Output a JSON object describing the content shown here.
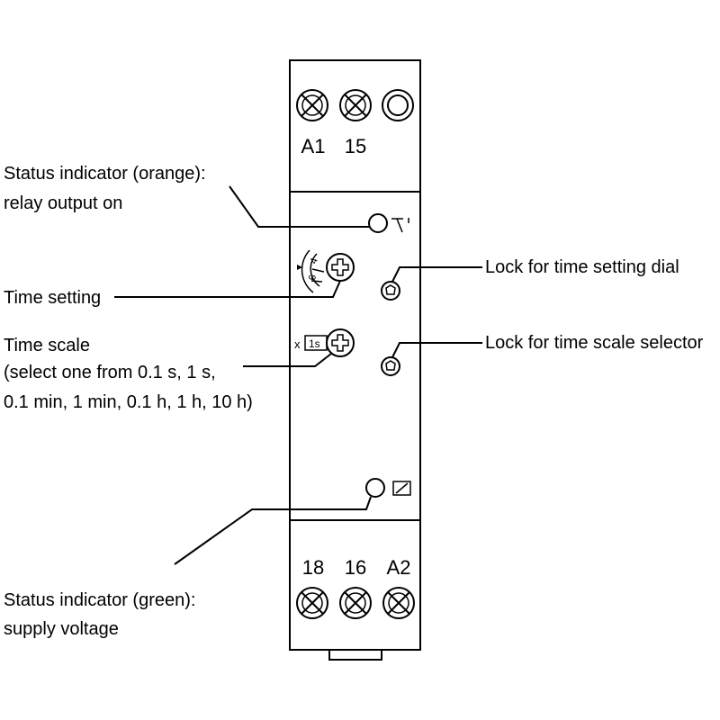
{
  "terminals": {
    "top": [
      "A1",
      "15"
    ],
    "bottom": [
      "18",
      "16",
      "A2"
    ]
  },
  "labels": {
    "status_orange_line1": "Status indicator (orange):",
    "status_orange_line2": "relay output on",
    "time_setting": "Time setting",
    "time_scale_line1": "Time scale",
    "time_scale_line2": "(select one from 0.1 s, 1 s,",
    "time_scale_line3": "0.1 min, 1 min, 0.1 h, 1 h, 10 h)",
    "status_green_line1": "Status indicator (green):",
    "status_green_line2": "supply voltage",
    "lock_dial": "Lock for time setting dial",
    "lock_scale": "Lock for time scale selector"
  },
  "dial": {
    "marks": [
      "4",
      "6"
    ],
    "scale_prefix": "x",
    "scale_value": "1s"
  },
  "icons": {
    "relay_output": "relay-contact-icon",
    "supply": "relay-coil-icon",
    "screw": "terminal-screw-icon",
    "lock": "lock-screw-icon"
  }
}
